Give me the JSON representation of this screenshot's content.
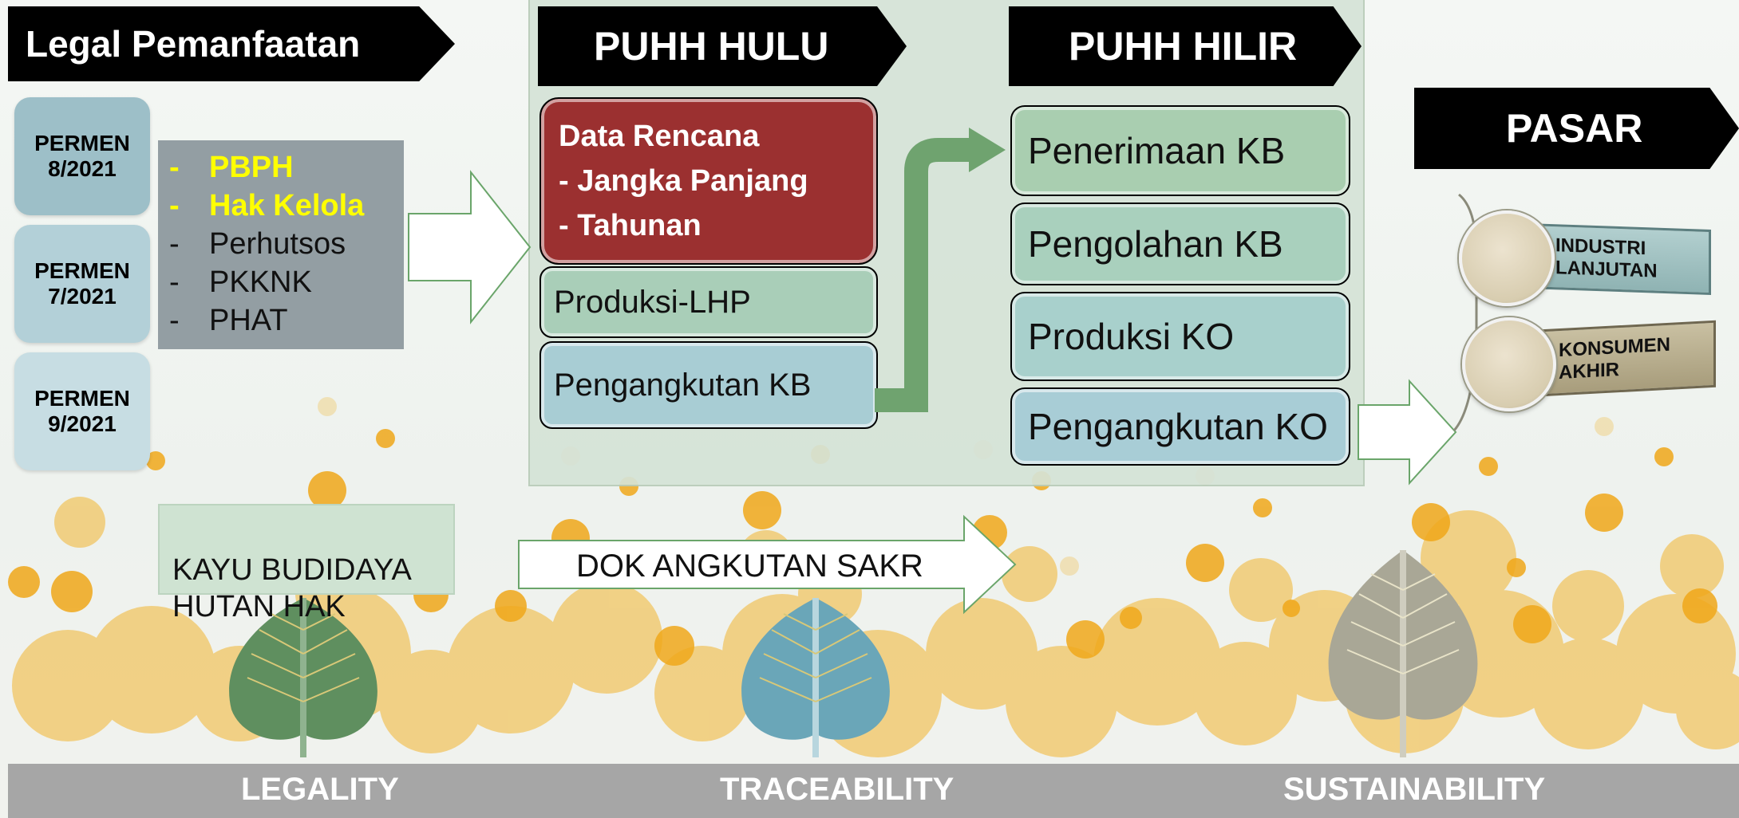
{
  "headers": {
    "legal": "Legal Pemanfaatan",
    "puhh_hulu": "PUHH HULU",
    "puhh_hilir": "PUHH HILIR",
    "pasar": "PASAR"
  },
  "permen": [
    "PERMEN\n8/2021",
    "PERMEN\n7/2021",
    "PERMEN\n9/2021"
  ],
  "legal_list": [
    {
      "dash": "-",
      "text": "PBPH",
      "highlight": true
    },
    {
      "dash": "-",
      "text": "Hak Kelola",
      "highlight": true
    },
    {
      "dash": "-",
      "text": "Perhutsos",
      "highlight": false
    },
    {
      "dash": "-",
      "text": "PKKNK",
      "highlight": false
    },
    {
      "dash": "-",
      "text": "PHAT",
      "highlight": false
    }
  ],
  "hulu": {
    "data_rencana": [
      "Data Rencana",
      "- Jangka Panjang",
      "- Tahunan"
    ],
    "produksi": "Produksi-LHP",
    "pengangkutan": "Pengangkutan KB"
  },
  "hilir": [
    "Penerimaan KB",
    "Pengolahan KB",
    "Produksi KO",
    "Pengangkutan KO"
  ],
  "pasar": {
    "industri": "INDUSTRI\nLANJUTAN",
    "konsumen": "KONSUMEN\nAKHIR"
  },
  "kayu_budidaya": "KAYU BUDIDAYA\nHUTAN HAK",
  "dok_angkutan": "DOK ANGKUTAN SAKR",
  "footer": [
    "LEGALITY",
    "TRACEABILITY",
    "SUSTAINABILITY"
  ],
  "colors": {
    "highlight": "#ffff00",
    "data_rencana": "#9b3030",
    "green_box": "#a9ceb8",
    "blue_box": "#a8cdd4",
    "footer_bar": "#a6a6a6",
    "leaf_green": "#5f8f5f",
    "leaf_blue": "#6aa6b8",
    "leaf_gray": "#a9a796"
  }
}
